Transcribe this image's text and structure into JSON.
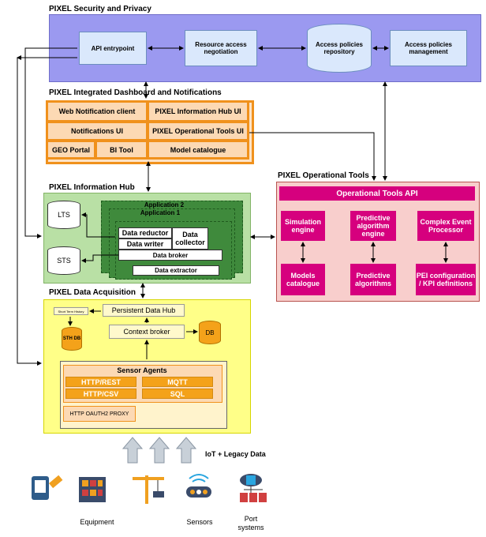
{
  "security": {
    "title": "PIXEL Security and Privacy",
    "api_entrypoint": "API entrypoint",
    "resource_access": "Resource access negotiation",
    "policies_repo": "Access policies repository",
    "policies_mgmt": "Access policies management"
  },
  "dashboard": {
    "title": "PIXEL Integrated Dashboard and Notifications",
    "web_notification": "Web Notification client",
    "info_hub_ui": "PIXEL Information Hub UI",
    "notifications_ui": "Notifications UI",
    "op_tools_ui": "PIXEL Operational Tools UI",
    "geo_portal": "GEO Portal",
    "bi_tool": "BI Tool",
    "model_catalogue": "Model catalogue"
  },
  "info_hub": {
    "title": "PIXEL Information Hub",
    "lts": "LTS",
    "sts": "STS",
    "application2": "Application 2",
    "application1": "Application 1",
    "data_reductor": "Data reductor",
    "data_writer": "Data writer",
    "data_collector": "Data collector",
    "data_broker": "Data broker",
    "data_extractor": "Data extractor"
  },
  "op_tools": {
    "title": "PIXEL Operational Tools",
    "api": "Operational Tools API",
    "simulation_engine": "Simulation engine",
    "predictive_engine": "Predictive algorithm engine",
    "complex_event": "Complex Event Processor",
    "models_catalogue": "Models catalogue",
    "predictive_algorithms": "Predictive algorithms",
    "pei_config": "PEI configuration / KPI definitions"
  },
  "acquisition": {
    "title": "PIXEL Data Acquisition",
    "persistent_hub": "Persistent Data Hub",
    "short_term_history": "Short Term History",
    "sth_db": "STH DB",
    "context_broker": "Context broker",
    "db": "DB",
    "sensor_agents": "Sensor Agents",
    "http_rest": "HTTP/REST",
    "mqtt": "MQTT",
    "http_csv": "HTTP/CSV",
    "sql": "SQL",
    "oauth_proxy": "HTTP OAUTH2 PROXY"
  },
  "sources": {
    "iot_label": "IoT + Legacy Data",
    "equipment": "Equipment",
    "sensors": "Sensors",
    "port_systems": "Port systems"
  },
  "colors": {
    "security_bg": "#9b99f0",
    "dashboard_orange": "#f0911c",
    "hub_green": "#b9e0a5",
    "op_pink": "#f8cecc",
    "magenta": "#d6007e",
    "acq_yellow": "#ffff88"
  }
}
